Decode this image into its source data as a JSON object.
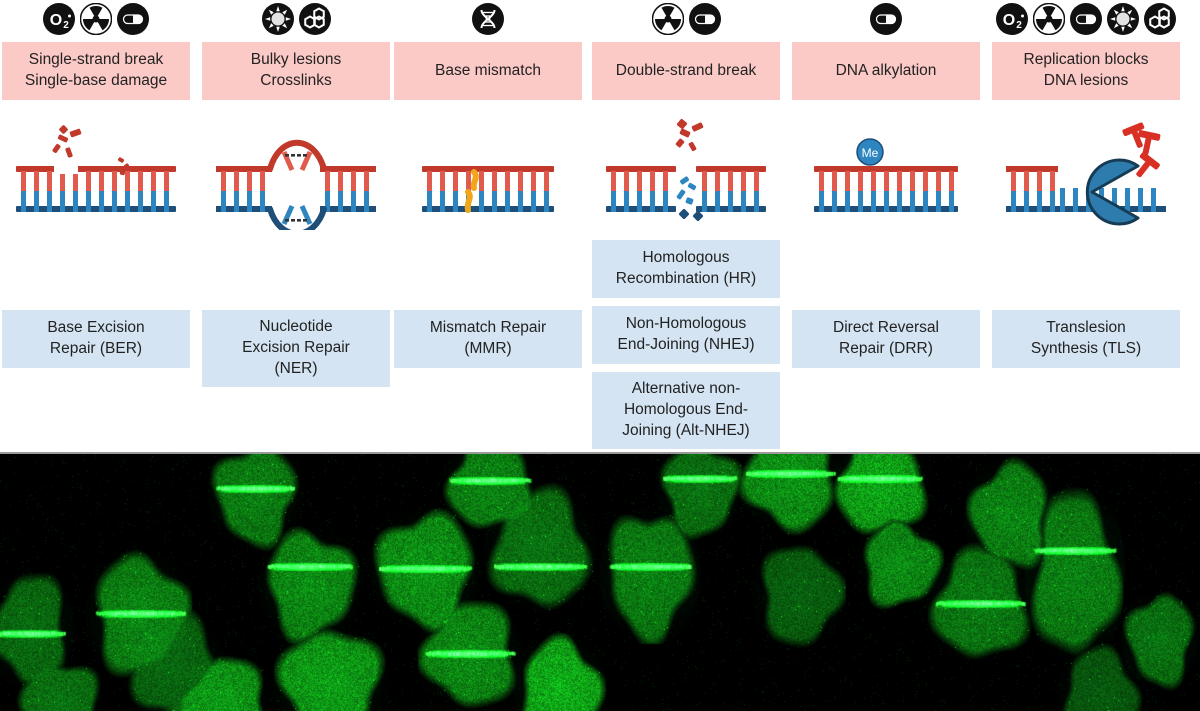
{
  "figure": {
    "type": "dna-damage-repair-pathway-diagram",
    "columns": [
      {
        "id": "ber",
        "icons": [
          "oxygen-ros-icon",
          "radiation-icon",
          "pill-chemotherapy-icon"
        ],
        "damage_label": "Single-strand break\nSingle-base damage",
        "damage_lines": [
          "Single-strand break",
          "Single-base damage"
        ],
        "dna_motif": "single-strand-break-fragments",
        "pathways": [
          "Base Excision\nRepair (BER)"
        ],
        "pathway_lines": [
          [
            "Base Excision",
            "Repair (BER)"
          ]
        ]
      },
      {
        "id": "ner",
        "icons": [
          "sun-uv-icon",
          "chemical-hexagons-icon"
        ],
        "damage_label": "Bulky lesions\nCrosslinks",
        "damage_lines": [
          "Bulky lesions",
          "Crosslinks"
        ],
        "dna_motif": "helix-bubble-distortion",
        "pathways": [
          "Nucleotide\nExcision Repair\n(NER)"
        ],
        "pathway_lines": [
          [
            "Nucleotide",
            "Excision Repair",
            "(NER)"
          ]
        ]
      },
      {
        "id": "mmr",
        "icons": [
          "dna-helix-icon"
        ],
        "damage_label": "Base mismatch",
        "damage_lines": [
          "Base mismatch"
        ],
        "dna_motif": "mismatched-base-pair-yellow",
        "pathways": [
          "Mismatch Repair\n(MMR)"
        ],
        "pathway_lines": [
          [
            "Mismatch Repair",
            "(MMR)"
          ]
        ]
      },
      {
        "id": "dsb",
        "icons": [
          "radiation-icon",
          "pill-chemotherapy-icon"
        ],
        "damage_label": "Double-strand break",
        "damage_lines": [
          "Double-strand break"
        ],
        "dna_motif": "double-strand-break-fragments",
        "pathways": [
          "Homologous\nRecombination (HR)",
          "Non-Homologous\nEnd-Joining (NHEJ)",
          "Alternative non-\nHomologous End-\nJoining (Alt-NHEJ)"
        ],
        "pathway_lines": [
          [
            "Homologous",
            "Recombination (HR)"
          ],
          [
            "Non-Homologous",
            "End-Joining (NHEJ)"
          ],
          [
            "Alternative non-",
            "Homologous End-",
            "Joining (Alt-NHEJ)"
          ]
        ]
      },
      {
        "id": "drr",
        "icons": [
          "pill-chemotherapy-icon"
        ],
        "damage_label": "DNA alkylation",
        "damage_lines": [
          "DNA alkylation"
        ],
        "dna_motif": "methyl-group-adduct",
        "methyl_label": "Me",
        "pathways": [
          "Direct Reversal\nRepair (DRR)"
        ],
        "pathway_lines": [
          [
            "Direct Reversal",
            "Repair (DRR)"
          ]
        ]
      },
      {
        "id": "tls",
        "icons": [
          "oxygen-ros-icon",
          "radiation-icon",
          "pill-chemotherapy-icon",
          "sun-uv-icon",
          "chemical-hexagons-icon"
        ],
        "damage_label": "Replication blocks\nDNA lesions",
        "damage_lines": [
          "Replication blocks",
          "DNA lesions"
        ],
        "dna_motif": "stalled-polymerase-pacman-lesions",
        "pathways": [
          "Translesion\nSynthesis (TLS)"
        ],
        "pathway_lines": [
          [
            "Translesion",
            "Synthesis (TLS)"
          ]
        ]
      }
    ],
    "micrograph": {
      "description": "fluorescence-microscopy-laser-microirradiation-stripes",
      "channel_color": "#00e000",
      "background_color": "#000000"
    },
    "colors": {
      "damage_box": "#fbc9c6",
      "pathway_box": "#d4e4f2",
      "dna_top_backbone": "#c0392b",
      "dna_top_rung": "#e05a4e",
      "dna_bottom_backbone": "#1f4e79",
      "dna_bottom_rung": "#2e86c1",
      "mismatch_marker": "#f2a71b",
      "methyl_circle": "#2e86c1",
      "polymerase": "#2e7bad",
      "lesion_marker": "#d93025"
    }
  }
}
